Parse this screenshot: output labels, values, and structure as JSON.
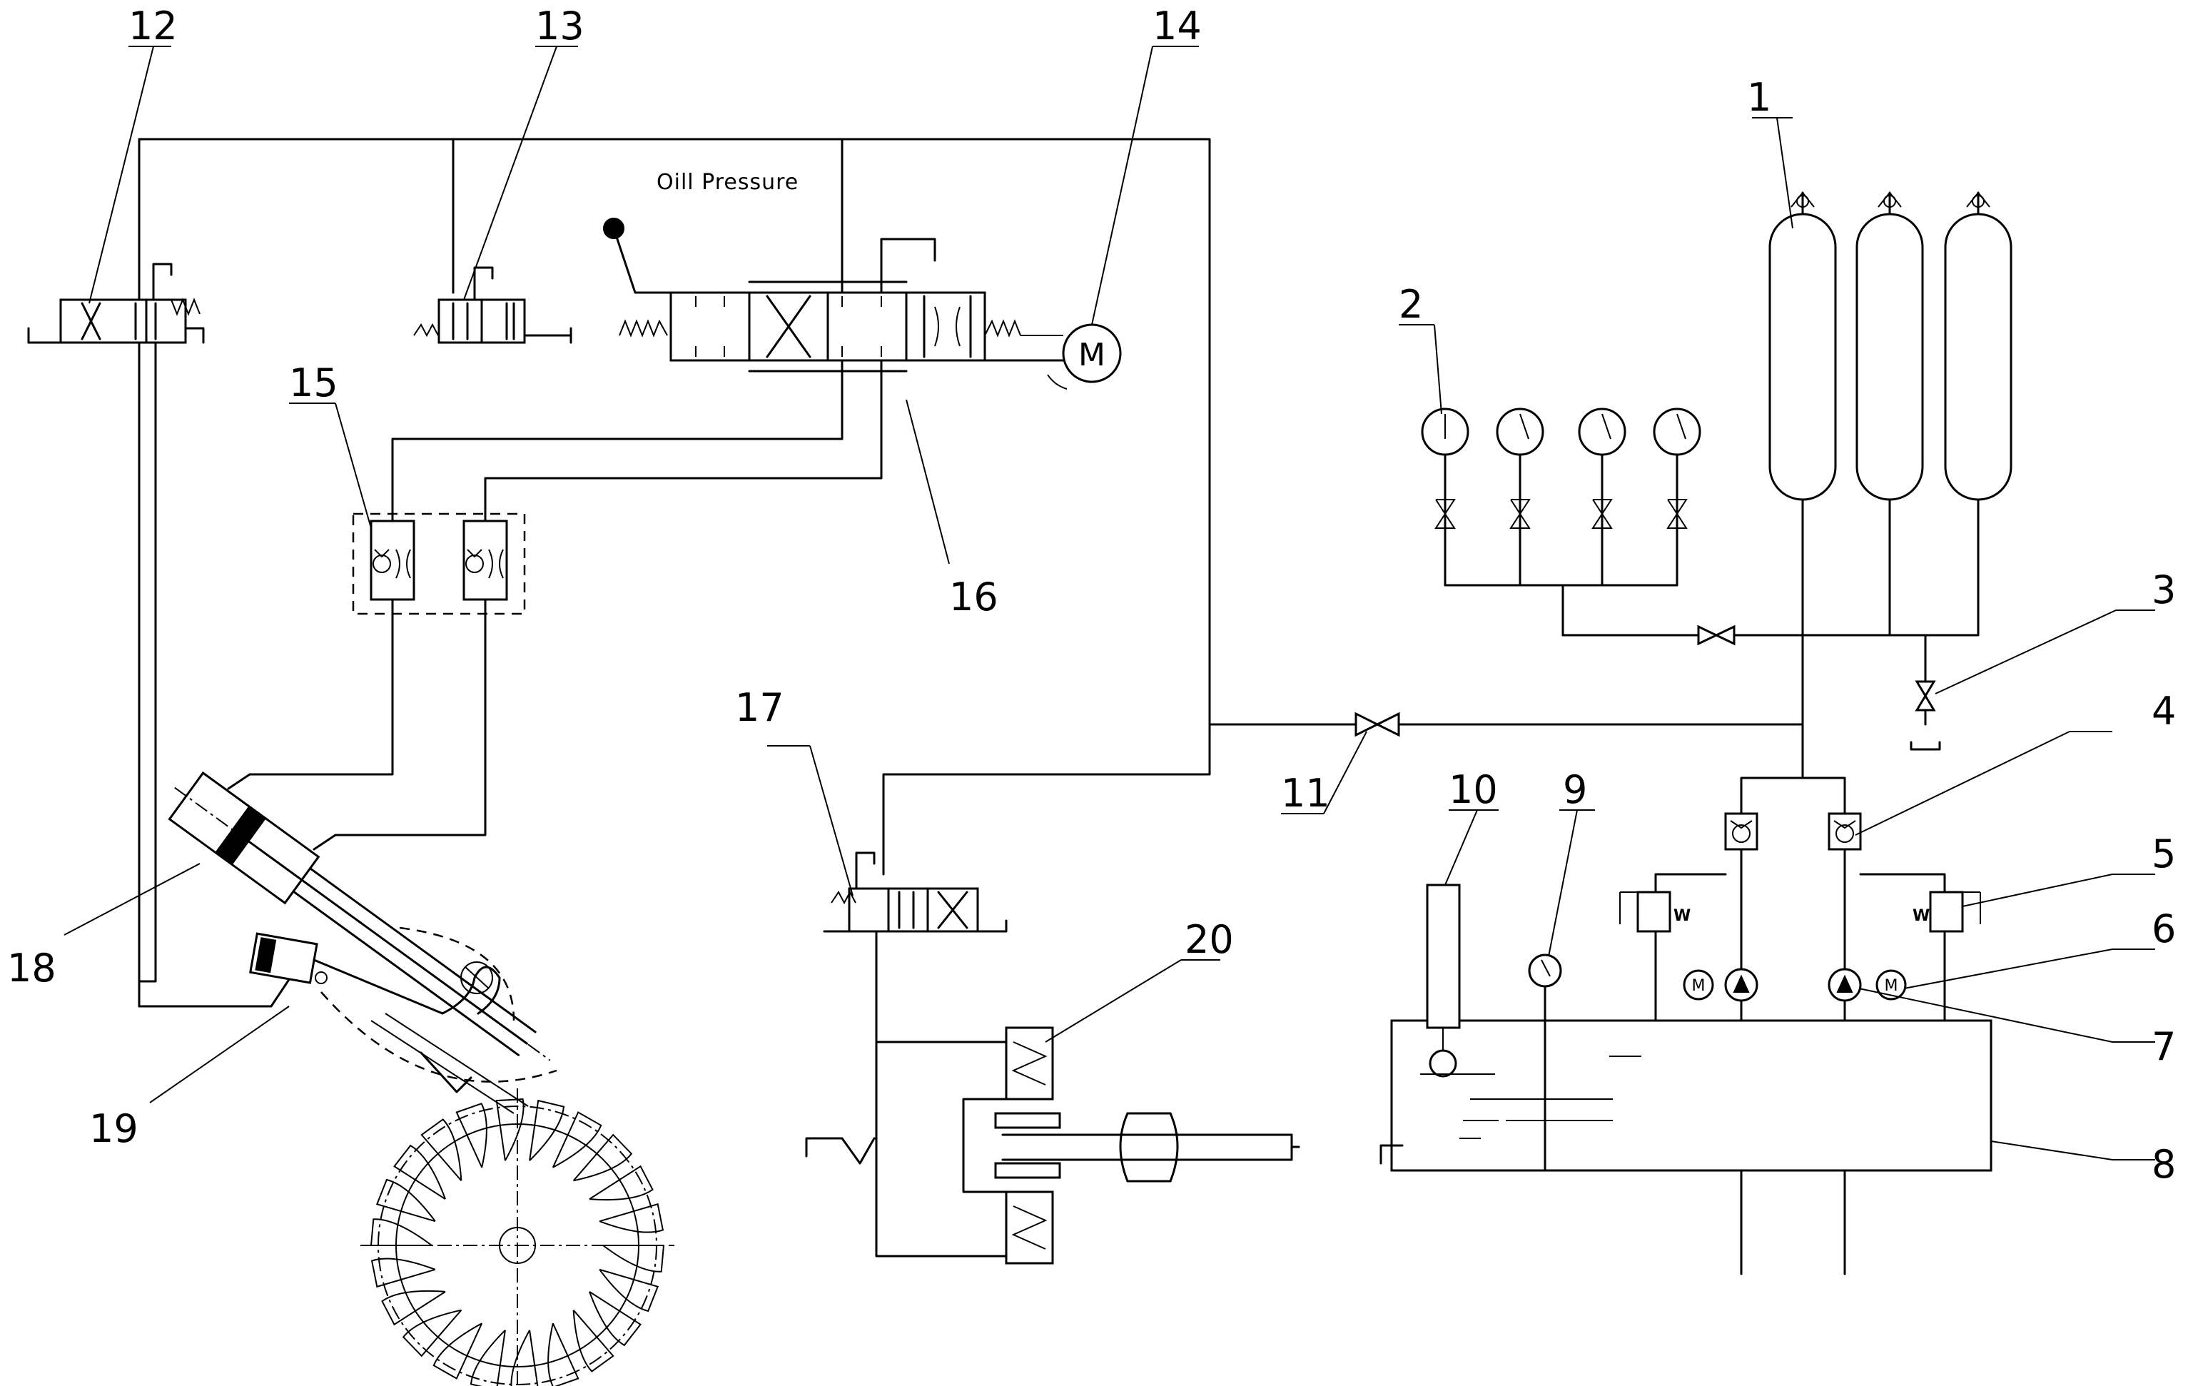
{
  "diagram": {
    "annotation": "Oill Pressure",
    "motor_symbol": "M",
    "pump_motor_symbol": "M",
    "valve_marker": "W",
    "callouts": [
      {
        "id": "1",
        "label": "1"
      },
      {
        "id": "2",
        "label": "2"
      },
      {
        "id": "3",
        "label": "3"
      },
      {
        "id": "4",
        "label": "4"
      },
      {
        "id": "5",
        "label": "5"
      },
      {
        "id": "6",
        "label": "6"
      },
      {
        "id": "7",
        "label": "7"
      },
      {
        "id": "8",
        "label": "8"
      },
      {
        "id": "9",
        "label": "9"
      },
      {
        "id": "10",
        "label": "10"
      },
      {
        "id": "11",
        "label": "11"
      },
      {
        "id": "12",
        "label": "12"
      },
      {
        "id": "13",
        "label": "13"
      },
      {
        "id": "14",
        "label": "14"
      },
      {
        "id": "15",
        "label": "15"
      },
      {
        "id": "16",
        "label": "16"
      },
      {
        "id": "17",
        "label": "17"
      },
      {
        "id": "18",
        "label": "18"
      },
      {
        "id": "19",
        "label": "19"
      },
      {
        "id": "20",
        "label": "20"
      }
    ]
  }
}
